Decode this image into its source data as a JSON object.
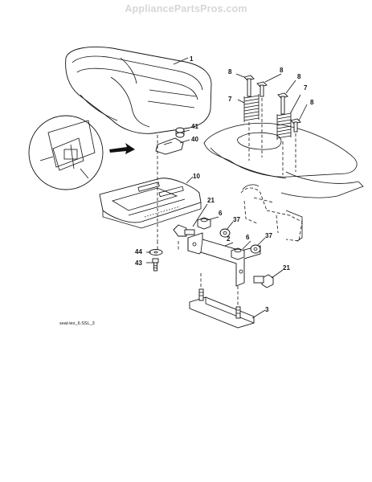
{
  "watermark": "AppliancePartsPros.com",
  "caption": "seat-tex_6.SSL_3",
  "callouts": {
    "c1": "1",
    "c2": "2",
    "c3": "3",
    "c6a": "6",
    "c6b": "6",
    "c7a": "7",
    "c7b": "7",
    "c8a": "8",
    "c8b": "8",
    "c8c": "8",
    "c8d": "8",
    "c10": "10",
    "c21a": "21",
    "c21b": "21",
    "c37a": "37",
    "c37b": "37",
    "c40": "40",
    "c41": "41",
    "c43": "43",
    "c44": "44"
  }
}
